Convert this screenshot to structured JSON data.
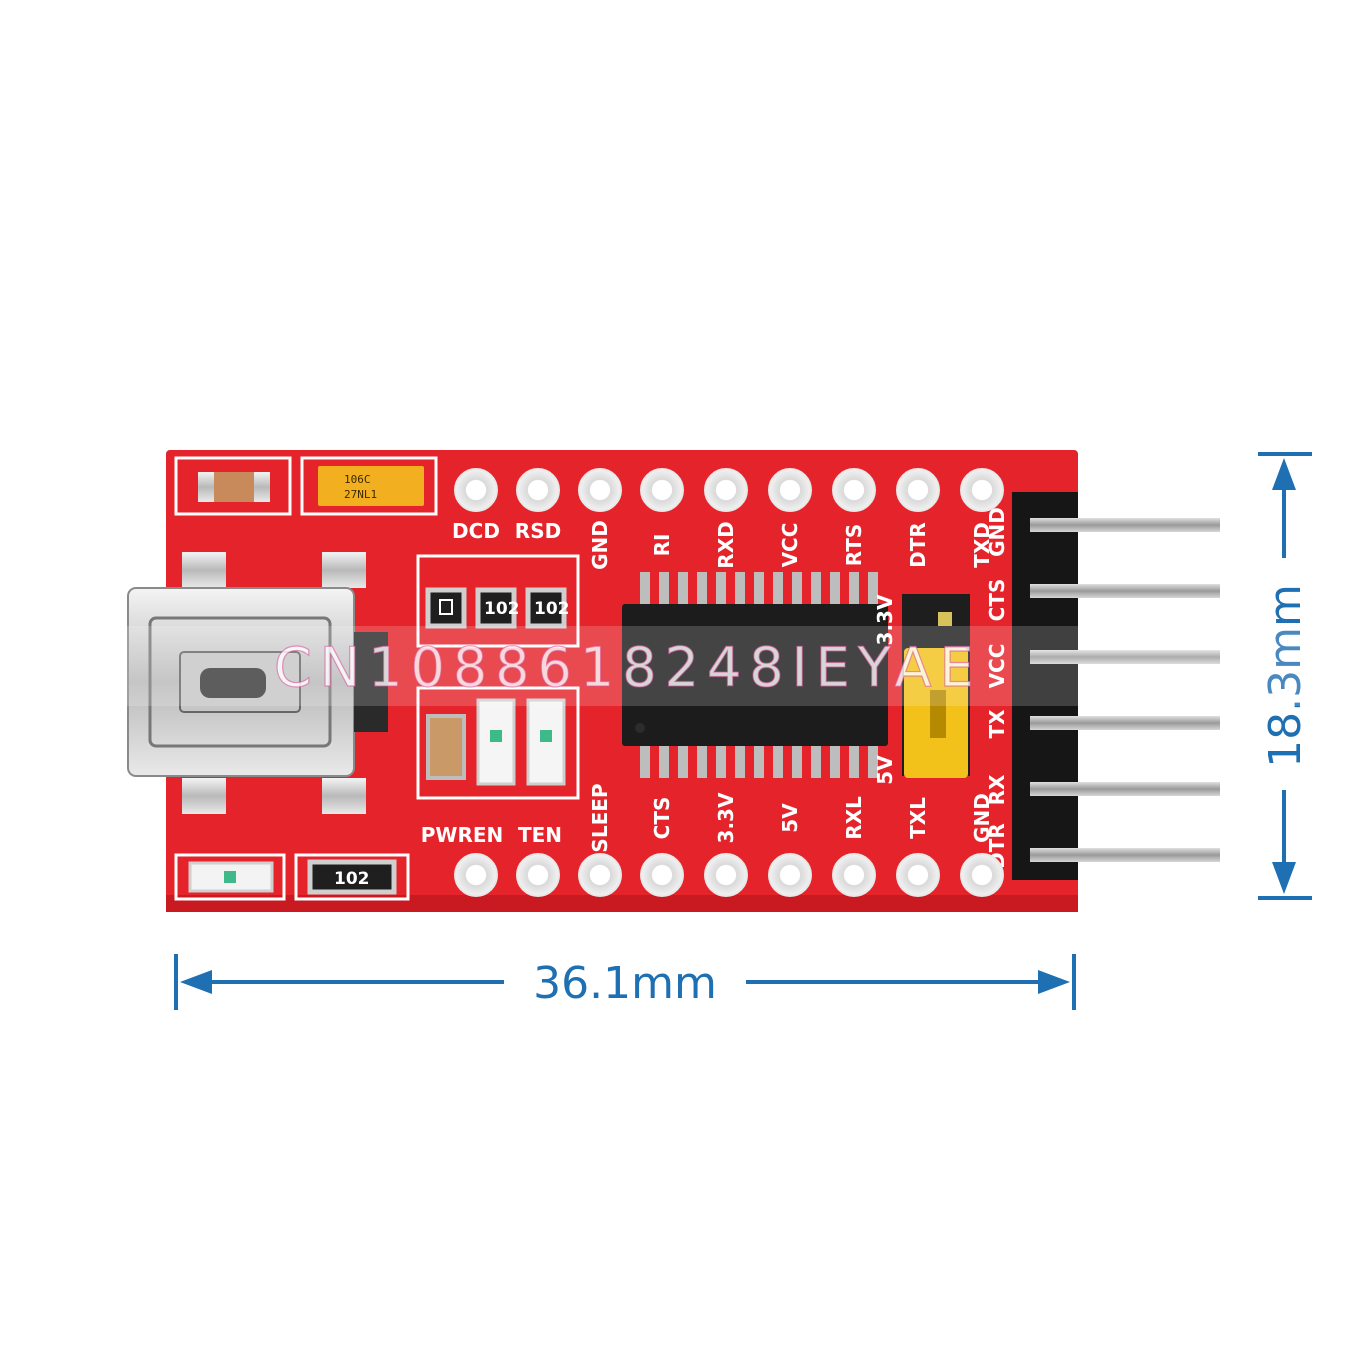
{
  "dimensions": {
    "width_label": "36.1mm",
    "height_label": "18.3mm",
    "color": "#1f6fb3"
  },
  "board": {
    "pcb_color": "#e5232a",
    "top_pin_labels": [
      "DCD",
      "RSD",
      "GND",
      "RI",
      "RXD",
      "VCC",
      "RTS",
      "DTR",
      "TXD"
    ],
    "bottom_pin_labels": [
      "PWREN",
      "TEN",
      "SLEEP",
      "CTS",
      "3.3V",
      "5V",
      "RXL",
      "TXL",
      "GND"
    ],
    "header_labels": [
      "GND",
      "CTS",
      "VCC",
      "TX",
      "RX",
      "DTR"
    ],
    "jumper_labels": [
      "3.3V",
      "5V"
    ],
    "jumper_color": "#f2c21b",
    "resistor_marks": [
      "102",
      "102",
      "102"
    ],
    "cap_mark": [
      "106C",
      "27NL1"
    ]
  },
  "watermark": "CN1088618248IEYAE"
}
